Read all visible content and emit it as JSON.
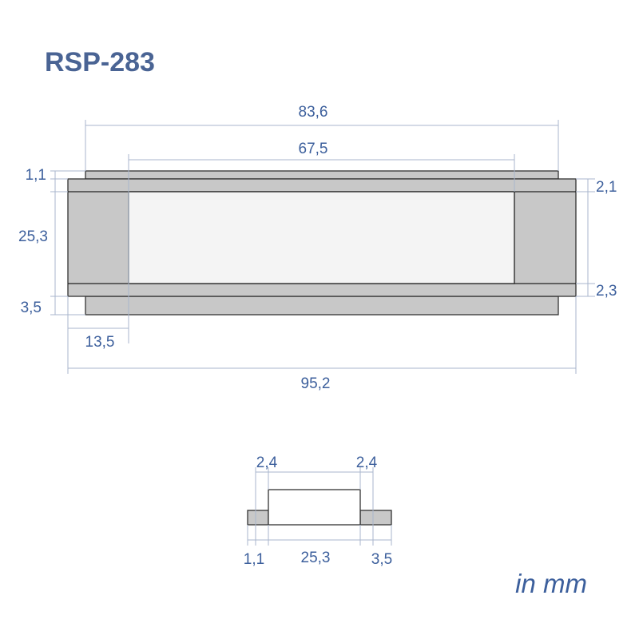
{
  "title": "RSP-283",
  "unit_label": "in mm",
  "front_view": {
    "overall_plate_width": "83,6",
    "inner_opening_width": "67,5",
    "top_flange_thickness": "1,1",
    "body_height": "25,3",
    "bottom_flange_thickness": "3,5",
    "side_block_width": "13,5",
    "overall_width": "95,2",
    "top_band_height": "2,1",
    "bottom_band_height": "2,3"
  },
  "side_view": {
    "left_step": "2,4",
    "right_step": "2,4",
    "left_flange": "1,1",
    "center": "25,3",
    "right_flange": "3,5"
  },
  "colors": {
    "text": "#3c5f9c",
    "title": "#4a6494",
    "part": "#c8c8c8",
    "dimension_line": "#a9b6cc"
  }
}
